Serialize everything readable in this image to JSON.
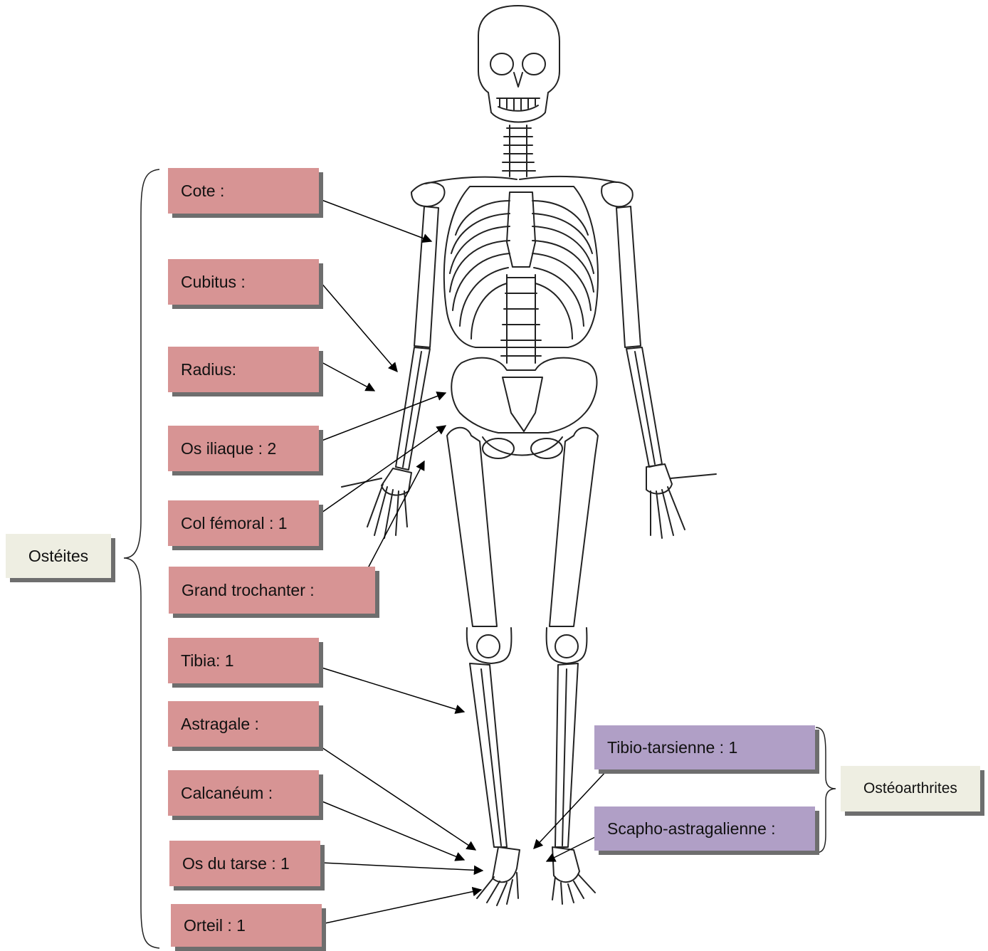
{
  "groups": {
    "osteites": "Ostéites",
    "osteoarthrites": "Ostéoarthrites"
  },
  "labels": {
    "cote": "Cote :",
    "cubitus": "Cubitus :",
    "radius": "Radius:",
    "os_iliaque": "Os iliaque : 2",
    "col_femoral": "Col fémoral : 1",
    "grand_trochanter": "Grand trochanter :",
    "tibia": "Tibia: 1",
    "astragale": "Astragale :",
    "calcaneum": "Calcanéum :",
    "os_du_tarse": "Os du tarse : 1",
    "orteil": "Orteil : 1",
    "tibio_tarsienne": "Tibio-tarsienne : 1",
    "scapho_astragalienne": "Scapho-astragalienne :"
  },
  "colors": {
    "osteite_box": "#d79494",
    "osteoarthrite_box": "#b09fc6",
    "group_box": "#eeeee2",
    "shadow": "#6e6e6e"
  }
}
